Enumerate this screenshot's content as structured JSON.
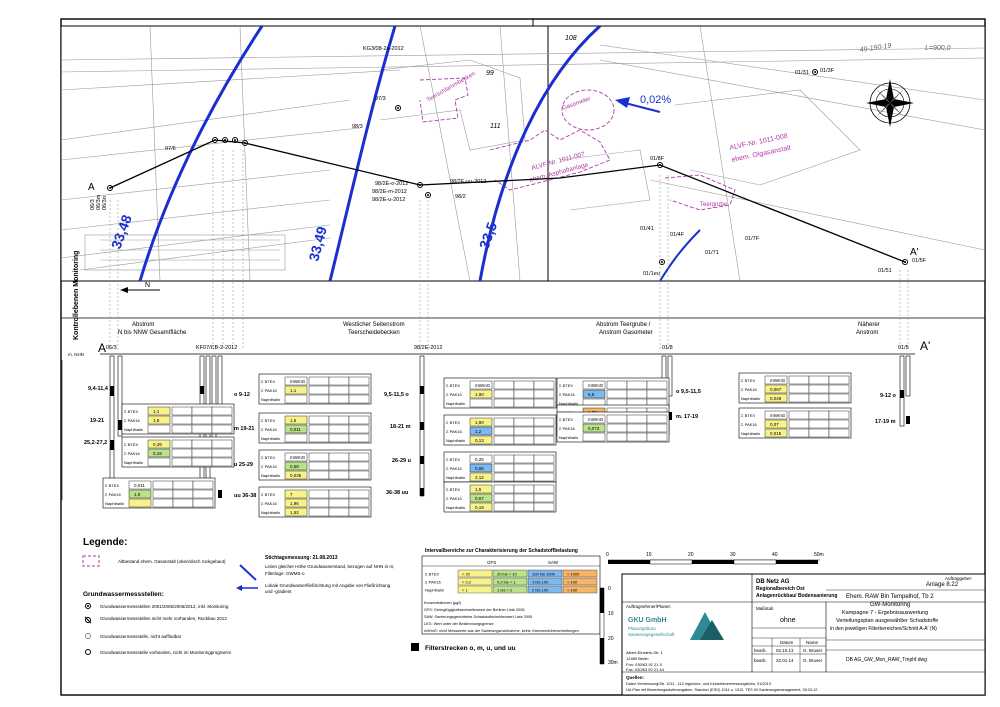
{
  "map": {
    "contours": [
      "33,48",
      "33,49",
      "33,5"
    ],
    "gradient": "0,02%",
    "areas": {
      "gasometer": "Gasometer",
      "teerschlammbecken": "Teerschlammbecken",
      "teergrube": "Teergrube",
      "alvf1": "ALVF-Nr. 1011-007",
      "alvf1b": "ehem. Asphaltanlage",
      "alvf2": "ALVF-Nr. 1011-008",
      "alvf2b": "ehem. Olgasanstalt",
      "gaso_label": "Gasometer"
    },
    "wells": {
      "w1": "KG3/08-2a-2012",
      "w2": "06/3",
      "w3": "97/3",
      "w4": "97/6",
      "w5": "98/2E-o-2012",
      "w6": "98/2E-m-2012",
      "w7": "98/2E-u-2012",
      "w8": "98/2E-uu-2012",
      "w9": "98/2",
      "w10": "98/3",
      "w11": "01/3F",
      "w12": "01/31",
      "w13": "01/4F",
      "w14": "01/41",
      "w15": "01/7F",
      "w16": "01/71",
      "w17": "01/5F",
      "w18": "01/51",
      "w19": "01/1eu",
      "w20": "01/8F",
      "w21": "06/3m",
      "w22": "06/3o"
    },
    "plots": [
      "99",
      "108",
      "111"
    ],
    "numbers": [
      "49-190-19",
      "L=900,0"
    ],
    "section_start": "A",
    "section_end": "A'"
  },
  "profile": {
    "side_label": "Kontrollebenen Monitoring",
    "north": "N",
    "sections": [
      {
        "title": "Abstrom",
        "sub": "N bis NNW Gesamtfläche"
      },
      {
        "title": "Westlicher Seitenstrom",
        "sub": "Teerscheidebecken"
      },
      {
        "title": "Abstrom Teergrube /",
        "sub": "Anstrom Gasometer"
      },
      {
        "title": "Näherer",
        "sub": "Anstrom"
      }
    ],
    "wells": [
      "06/3",
      "KF07/CB-2-2012",
      "98/2E-2012",
      "01/8",
      "01/5"
    ],
    "A": "A",
    "Aprime": "A'",
    "elev_label": "m. NHN",
    "depths": [
      "9,4-11,4",
      "19-21",
      "25,2-27,2",
      "o 9-12",
      "m 19-21",
      "u 25-29",
      "uu 36-38",
      "9,5-11,5 o",
      "18-21 m",
      "26-29 u",
      "36-38 uu",
      "o 9,5-11,5",
      "m. 17-19",
      "9-12 o",
      "17-19 m"
    ],
    "row_labels": [
      "Σ BTEX",
      "Σ PAK16",
      "Naphthalin"
    ],
    "unit": "mWmG",
    "values": [
      "1,1",
      "1,9",
      "0,39",
      "0,19",
      "0,011",
      "1,5",
      "0,58",
      "0,035",
      "7",
      "1,96",
      "1,52",
      "1,90",
      "1,2",
      "0,13",
      "0,25",
      "0,55",
      "2,12",
      "0,56",
      "0,073",
      "1,5",
      "0,67",
      "0,19",
      "6,5",
      "1,85",
      "0,067",
      "0,046",
      "0,07",
      "0,015"
    ]
  },
  "scale": {
    "ticks": [
      "0",
      "10",
      "20",
      "30",
      "40",
      "50m"
    ],
    "vticks": [
      "10",
      "20",
      "30m"
    ],
    "vzero": "0"
  },
  "legend": {
    "title": "Legende:",
    "item1": "Altbestand ehem. Gasanstalt (oberirdisch rückgebaut)",
    "gw_title": "Grundwassermessstellen:",
    "gw1": "Grundwassermessstellen 2001/2005/2006/2012, inkl. Monitoring",
    "gw2": "Grundwassermessstellen nicht mehr vorhanden, Rückbau 2012",
    "gw3": "Grundwassermessstelle, nicht auffindbar",
    "gw4": "Grundwassermessstelle vorhanden, nicht im Monitoringprogramm",
    "date_title": "Stichtagsmessung: 21.08.2013",
    "date1": "Linien gleicher Höhe Grundwasserstand, bezogen auf NHN in m;",
    "date2": "Filterlage: GWMS-o",
    "date3": "Lokale Grundwasserfließrichtung mit Angabe von Fließrichtung",
    "date4": "und -gradient",
    "filter": "Filterstrecken o, m, u, und uu"
  },
  "rating": {
    "title": "Intervallbereiche zur Charakterisierung der Schadstoffbelastung",
    "cols": [
      "GFS",
      "SAW"
    ],
    "rows": [
      {
        "label": "Σ BTEX",
        "c": [
          "< 20",
          "20 bis < 10",
          "100 bis 1000",
          "> 1000"
        ]
      },
      {
        "label": "Σ PAK16",
        "c": [
          "< 0,2",
          "0,2 bis < 1",
          "1 bis 100",
          "> 100"
        ]
      },
      {
        "label": "Naphthalin",
        "c": [
          "< 1",
          "1 bis < 2",
          "2 bis 100",
          "> 100"
        ]
      }
    ],
    "notes": [
      "Konzentrationen (µg/l)",
      "GFS: Geringfügigkeitsschwellenwert der Berliner Liste 2005",
      "SAW: Sanierungsgerichtetes Schadstoffscheidenwert Liste 2005",
      "LEG: Wert unter der Bestimmungsgrenze",
      "mWmG: nicht Messwerte aus der Sanierungsmaßnahme, keine Grenzwertüberschreitungen"
    ]
  },
  "title_block": {
    "client_label": "Auftraggeber:",
    "client1": "DB Netz AG",
    "client2": "Regionalbereich Ost",
    "client3": "Anlagenrückbau/ Bodensanierung",
    "contractor_label": "Auftragnehmer/Planer:",
    "company": "GKU GmbH",
    "company_sub1": "Planungsbüro",
    "company_sub2": "Sanierungsgesellschaft",
    "address1": "Albert-Einstein-Str. 1",
    "address2": "12489 Berlin",
    "phone": "Fon: 030/63 92 21 5",
    "fax": "Fax: 030/63 92 21 44",
    "scale_label": "Maßstab",
    "scale_value": "ohne",
    "date_label": "Datum",
    "name_label": "Name",
    "row1_label": "bearb.",
    "row1_date": "02.10.13",
    "row1_name": "G. Bruser",
    "row2_label": "bearb.",
    "row2_date": "22.01.14",
    "row2_name": "G. Bruser",
    "annex": "Anlage 8.22",
    "desc1": "Ehem. RAW Bln Tempelhof, Tb 2",
    "desc2": "GW-Monitoring",
    "desc3": "Kampagne 7 - Ergebnisauswertung",
    "desc4": "Verteilungsplan ausgewählter Schadstoffe",
    "desc5": "in den jeweiligen Filterbereichen/Schnitt A-A' (N)",
    "file": "DB AG_GW_Mon_RAW_Tmphf.dwg",
    "source_label": "Quellen:",
    "source1": "Daten Vermessung/Str. 1011 - 113 Ingenieur- und Industrievermessungsbüro, 01/2013",
    "source2": "Lbl-Plan mit Bewertungsstufenangaben, Standort (ESG) 1011 u. 1012, TES 00 Sanierungsmanagement, 28.03.12"
  }
}
